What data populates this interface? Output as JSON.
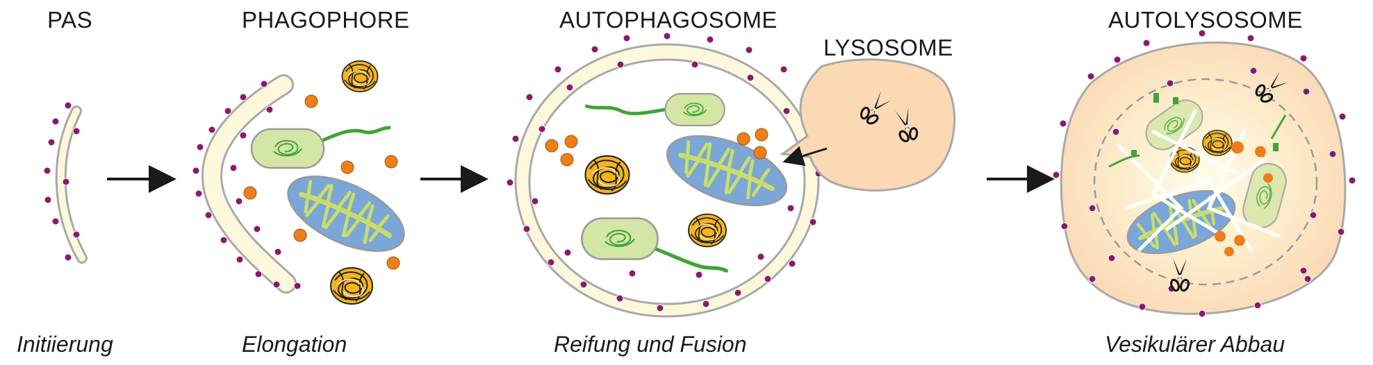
{
  "stages": [
    {
      "title": "PAS",
      "caption": "Initiierung"
    },
    {
      "title": "PHAGOPHORE",
      "caption": "Elongation"
    },
    {
      "title": "AUTOPHAGOSOME",
      "caption": "Reifung und Fusion"
    },
    {
      "title": "LYSOSOME",
      "caption": ""
    },
    {
      "title": "AUTOLYSOSOME",
      "caption": "Vesikulärer Abbau"
    }
  ],
  "colors": {
    "membrane_fill": "#fdf7dc",
    "membrane_stroke": "#a8a8a8",
    "receptor_dot": "#8b1a6b",
    "bacterium": "#d3e6a6",
    "flagellum": "#3fa535",
    "mitochondrion": "#7aa6d8",
    "cristae": "#c9dd6a",
    "protein_aggregate": "#f5b41c",
    "small_molecule": "#ef7d1a",
    "lysosome_fill": "#fbd9b5",
    "arrow": "#1a1a1a"
  },
  "icons": [
    "scissors-icon",
    "arrow-right-icon"
  ]
}
